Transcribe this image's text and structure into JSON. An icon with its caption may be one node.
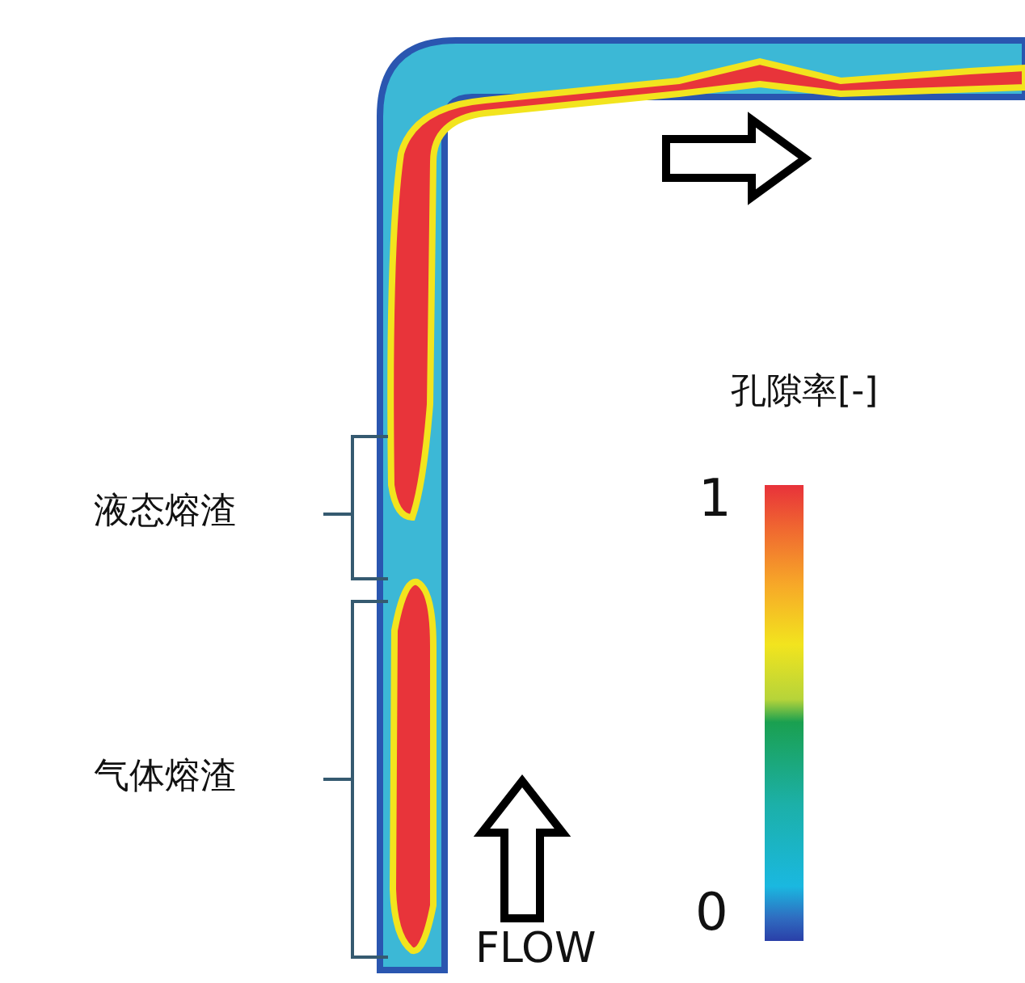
{
  "diagram": {
    "labels": [
      "孔隙率[-]",
      "1",
      "0",
      "液态熔渣",
      "气体熔渣",
      "FLOW"
    ]
  }
}
